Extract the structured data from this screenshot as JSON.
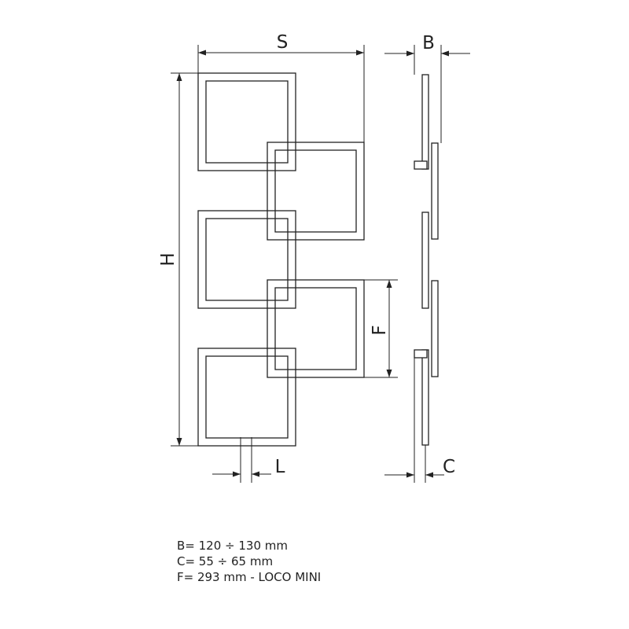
{
  "dimensions": {
    "S": "S",
    "B": "B",
    "H": "H",
    "F": "F",
    "L": "L",
    "C": "C"
  },
  "specs": [
    "B= 120 ÷ 130 mm",
    "C= 55 ÷ 65 mm",
    "F= 293 mm - LOCO MINI"
  ],
  "colors": {
    "line": "#222222",
    "background": "#ffffff"
  }
}
